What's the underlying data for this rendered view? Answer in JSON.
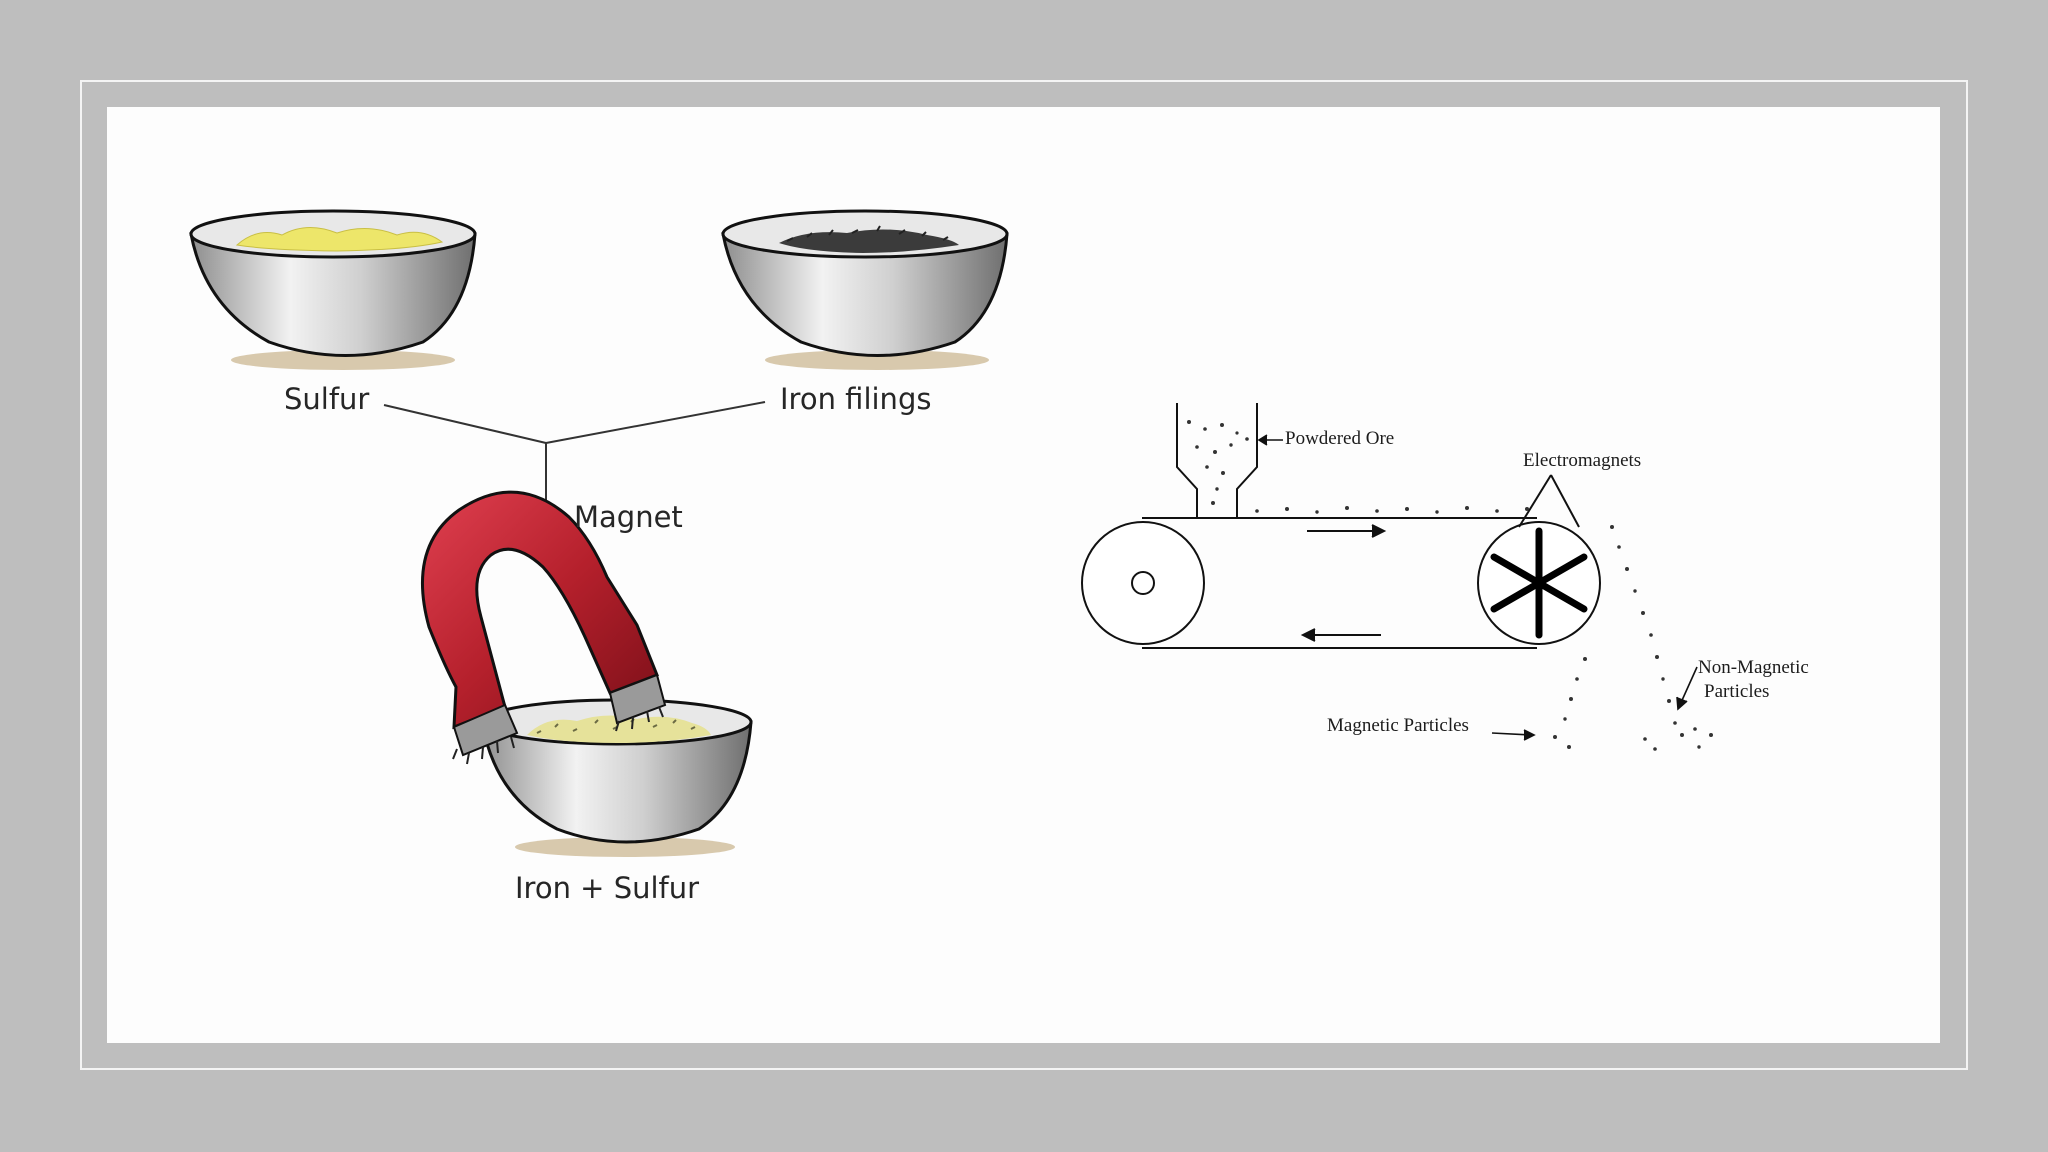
{
  "left_diagram": {
    "bowl_sulfur_label": "Sulfur",
    "bowl_iron_label": "Iron filings",
    "magnet_label": "Magnet",
    "mixture_label": "Iron + Sulfur"
  },
  "right_diagram": {
    "powdered_ore_label": "Powdered Ore",
    "electromagnets_label": "Electromagnets",
    "non_magnetic_label_line1": "Non-Magnetic",
    "non_magnetic_label_line2": "Particles",
    "magnetic_label": "Magnetic Particles"
  },
  "colors": {
    "page_background": "#bebebe",
    "canvas": "#fdfdfd",
    "sulfur": "#ede66a",
    "magnet_red": "#b5202c",
    "bowl_rim": "#e4e4e4"
  }
}
